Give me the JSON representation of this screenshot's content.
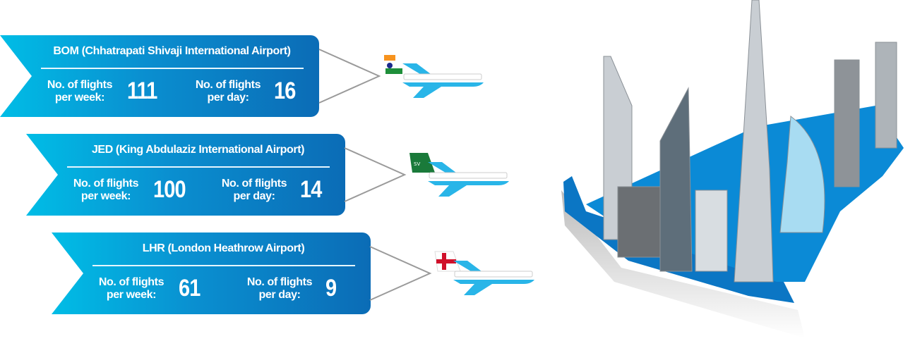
{
  "routes": [
    {
      "title": "BOM (Chhatrapati Shivaji International Airport)",
      "week_label_1": "No. of flights",
      "week_label_2": "per week:",
      "week_value": "111",
      "day_label_1": "No. of flights",
      "day_label_2": "per day:",
      "day_value": "16",
      "airline": "india-flag-tail"
    },
    {
      "title": "JED (King Abdulaziz International Airport)",
      "week_label_1": "No. of flights",
      "week_label_2": "per week:",
      "week_value": "100",
      "day_label_1": "No. of flights",
      "day_label_2": "per day:",
      "day_value": "14",
      "airline": "saudia-tail"
    },
    {
      "title": "LHR (London Heathrow Airport)",
      "week_label_1": "No. of flights",
      "week_label_2": "per week:",
      "week_value": "61",
      "day_label_1": "No. of flights",
      "day_label_2": "per day:",
      "day_value": "9",
      "airline": "england-flag-tail"
    }
  ],
  "colors": {
    "banner_start": "#00bde6",
    "banner_end": "#0b6cb6",
    "plane": "#29b5e8"
  }
}
